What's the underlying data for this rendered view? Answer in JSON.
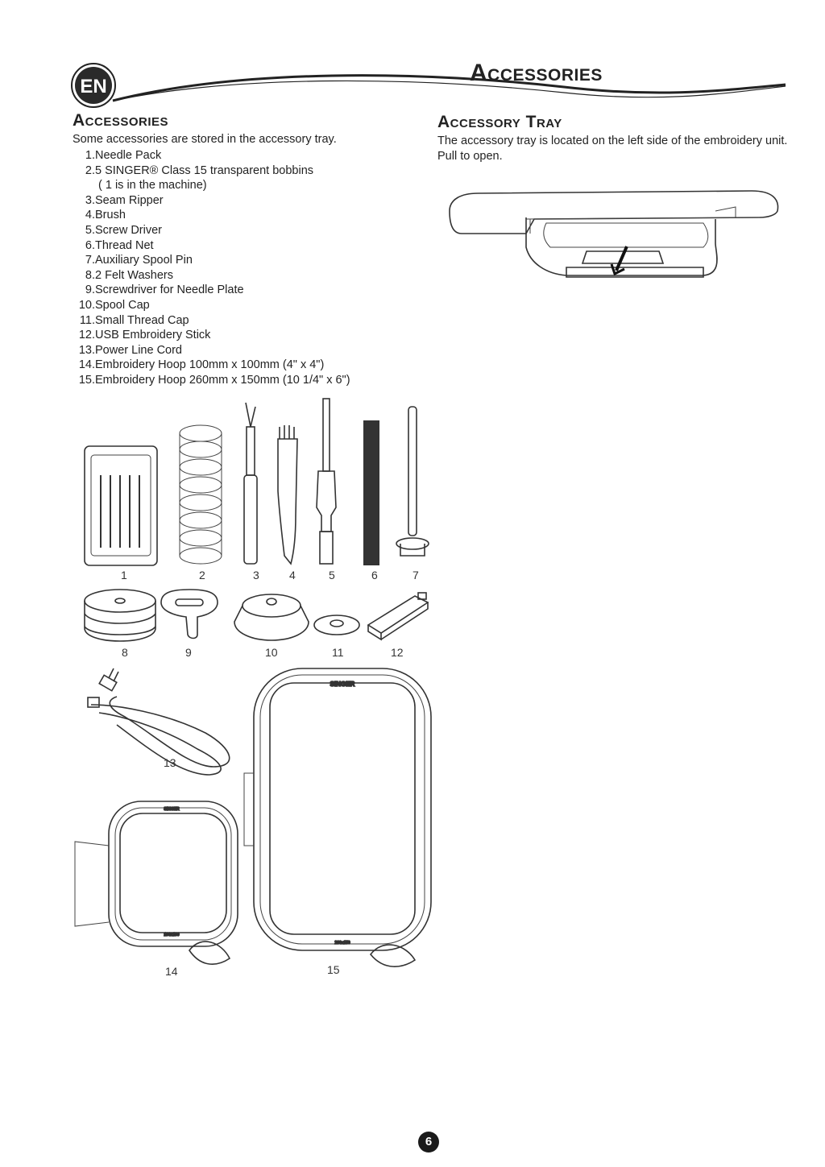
{
  "header": {
    "lang_badge": "EN",
    "title": "Accessories"
  },
  "accessories": {
    "heading": "Accessories",
    "intro": "Some accessories are stored in the accessory tray.",
    "items": [
      {
        "num": "1.",
        "text": "Needle Pack"
      },
      {
        "num": "2.",
        "text": "5 SINGER® Class 15 transparent bobbins"
      },
      {
        "num": "",
        "text": "( 1 is in the machine)"
      },
      {
        "num": "3.",
        "text": "Seam Ripper"
      },
      {
        "num": "4.",
        "text": "Brush"
      },
      {
        "num": "5.",
        "text": "Screw Driver"
      },
      {
        "num": "6.",
        "text": "Thread Net"
      },
      {
        "num": "7.",
        "text": "Auxiliary Spool Pin"
      },
      {
        "num": "8.",
        "text": "2 Felt Washers"
      },
      {
        "num": "9.",
        "text": "Screwdriver for Needle Plate"
      },
      {
        "num": "10.",
        "text": "Spool Cap"
      },
      {
        "num": "11.",
        "text": "Small Thread Cap"
      },
      {
        "num": "12.",
        "text": "USB Embroidery Stick"
      },
      {
        "num": "13.",
        "text": "Power Line Cord"
      },
      {
        "num": "14.",
        "text": "Embroidery Hoop 100mm x 100mm (4\" x 4\")"
      },
      {
        "num": "15.",
        "text": "Embroidery Hoop 260mm x 150mm (10 1/4\" x 6\")"
      }
    ]
  },
  "tray": {
    "heading": "Accessory Tray",
    "text": "The accessory tray is located on the left side of the embroidery unit. Pull to open."
  },
  "figure_labels": [
    "1",
    "2",
    "3",
    "4",
    "5",
    "6",
    "7",
    "8",
    "9",
    "10",
    "11",
    "12",
    "13",
    "14",
    "15"
  ],
  "hoop_marks": {
    "brand": "SINGER",
    "small_size": "100x100",
    "large_size": "260x150"
  },
  "page_number": "6"
}
